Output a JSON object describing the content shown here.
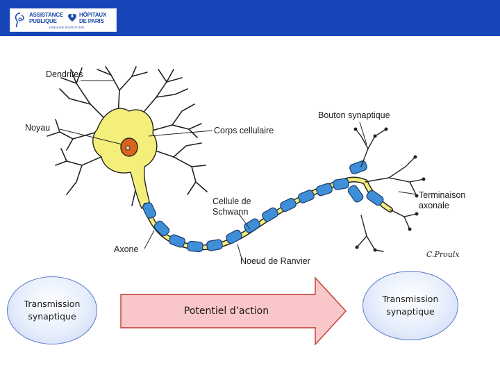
{
  "header": {
    "logo_line1_left": "ASSISTANCE",
    "logo_line2_left": "PUBLIQUE",
    "logo_line1_right": "HÔPITAUX",
    "logo_line2_right": "DE PARIS",
    "logo_subtitle": "HARMONIE HOSPITALIERE",
    "bar_color": "#1846b8"
  },
  "diagram": {
    "labels": {
      "dendrites": "Dendrites",
      "noyau": "Noyau",
      "corps_cellulaire": "Corps cellulaire",
      "bouton_synaptique": "Bouton synaptique",
      "terminaison_line1": "Terminaison",
      "terminaison_line2": "axonale",
      "schwann_line1": "Cellule de",
      "schwann_line2": "Schwann",
      "axone": "Axone",
      "ranvier": "Noeud de Ranvier"
    },
    "signature": "C.Proulx",
    "colors": {
      "cell_body": "#f4ee7a",
      "nucleus": "#d9641e",
      "myelin": "#3f8fd8",
      "outline": "#222222"
    }
  },
  "flow": {
    "left_bubble": "Transmission synaptique",
    "arrow": "Potentiel d’action",
    "right_bubble": "Transmission synaptique",
    "arrow_fill": "#f9c6c9",
    "arrow_stroke": "#c0392b"
  }
}
